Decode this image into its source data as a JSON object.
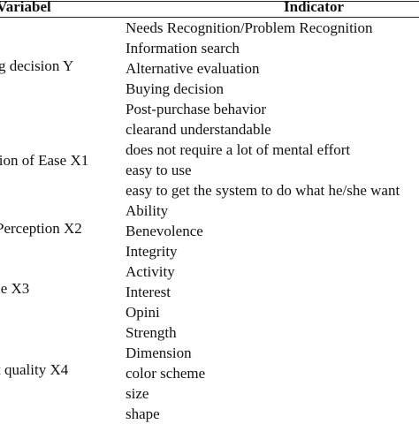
{
  "header": {
    "variable_label": "Variabel",
    "indicator_label": "Indicator"
  },
  "variables": [
    "g decision Y",
    "tion of Ease X1",
    "Perception X2",
    "le X3",
    "t quality X4"
  ],
  "indicators": [
    "Needs Recognition/Problem Recognition",
    "Information search",
    "Alternative evaluation",
    "Buying decision",
    "Post-purchase behavior",
    "clearand understandable",
    "does not require a lot of mental effort",
    "easy to use",
    "easy to get the system to do what he/she want",
    "Ability",
    "Benevolence",
    "Integrity",
    "Activity",
    "Interest",
    "Opini",
    "Strength",
    "Dimension",
    "color scheme",
    "size",
    "shape"
  ]
}
